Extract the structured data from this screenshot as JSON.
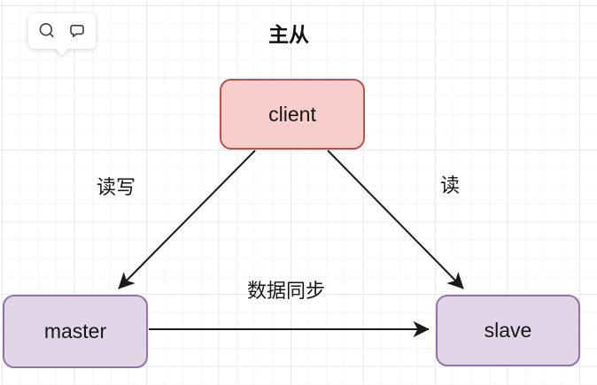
{
  "title": "主从",
  "toolbar": {
    "icons": [
      {
        "name": "zoom-icon"
      },
      {
        "name": "comment-icon"
      }
    ]
  },
  "diagram": {
    "nodes": [
      {
        "id": "client",
        "label": "client",
        "fill": "#F8CECC",
        "stroke": "#B85450"
      },
      {
        "id": "master",
        "label": "master",
        "fill": "#E1D5E7",
        "stroke": "#9673A6"
      },
      {
        "id": "slave",
        "label": "slave",
        "fill": "#E1D5E7",
        "stroke": "#9673A6"
      }
    ],
    "edges": [
      {
        "from": "client",
        "to": "master",
        "label": "读写"
      },
      {
        "from": "client",
        "to": "slave",
        "label": "读"
      },
      {
        "from": "master",
        "to": "slave",
        "label": "数据同步"
      }
    ]
  },
  "colors": {
    "arrow": "#1A1A1A",
    "grid_minor": "#F5F5F5",
    "grid_major": "#E8E8E8",
    "canvas_background": "#FFFFFF"
  }
}
